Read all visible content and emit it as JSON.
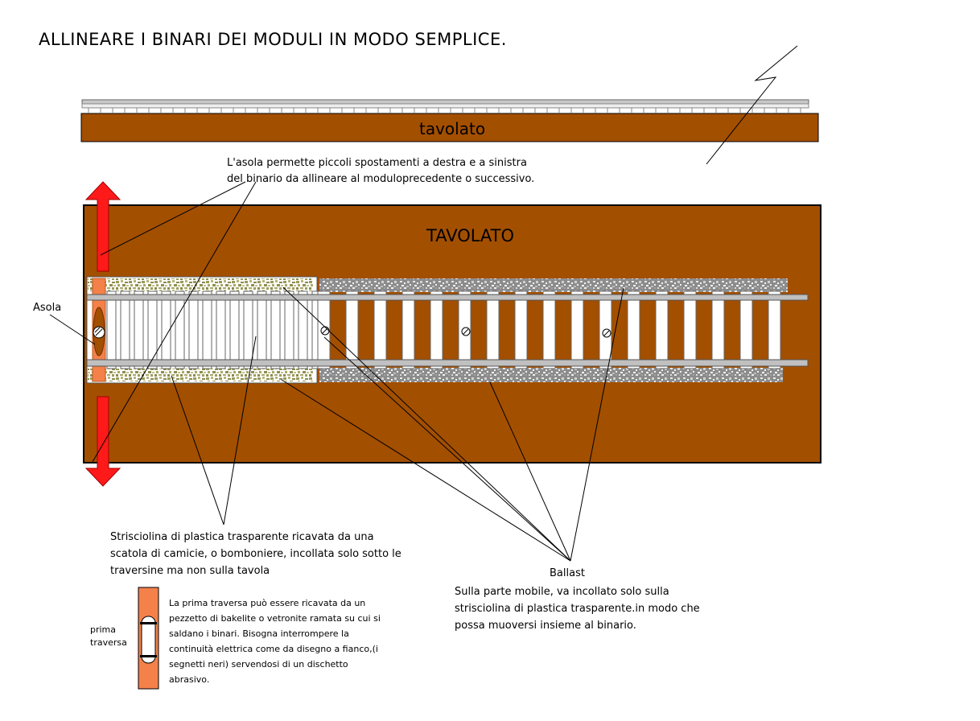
{
  "title": "ALLINEARE I BINARI DEI MODULI IN MODO SEMPLICE.",
  "top_board_label": "tavolato",
  "big_board_label": "TAVOLATO",
  "asola_note": "L'asola permette piccoli spostamenti a destra e a sinistra\ndel binario da allineare al moduloprecedente o successivo.",
  "asola_label": "Asola",
  "strip_note": "Strisciolina di plastica trasparente ricavata da una\nscatola di camicie, o bomboniere, incollata solo sotto le\ntraversine ma non sulla tavola",
  "ballast_label": "Ballast",
  "ballast_note": "Sulla parte mobile, va incollato solo sulla\nstrisciolina di plastica trasparente.in modo che\npossa muoversi insieme al binario.",
  "sleeper_label": "prima\ntraversa",
  "sleeper_note": "La prima traversa può essere ricavata da un\npezzetto di bakelite o vetronite ramata su cui si\nsaldano i binari. Bisogna interrompere la\ncontinuità elettrica come da disegno a fianco,(i\nsegnetti neri) servendosi di un dischetto\nabrasivo.",
  "colors": {
    "wood": "#a34f00",
    "sleeper_copper": "#f4814a",
    "arrow_red": "#ff1a1a",
    "ballast_grey": "#a8a8a8",
    "ballast_olive": "#9a9a5a",
    "rail_grey": "#c0c0c0"
  }
}
